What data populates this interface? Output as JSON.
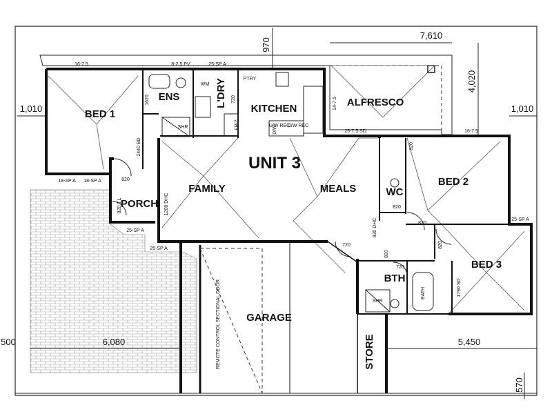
{
  "plan": {
    "unit_title": "UNIT 3",
    "rooms": {
      "bed1": "BED 1",
      "ens": "ENS",
      "lory": "L'DRY",
      "kitchen": "KITCHEN",
      "alfresco": "ALFRESCO",
      "family": "FAMILY",
      "meals": "MEALS",
      "porch": "PORCH",
      "wc": "WC",
      "bed2": "BED 2",
      "bed3": "BED 3",
      "bth": "BTH",
      "garage": "GARAGE",
      "store": "STORE"
    },
    "dimensions": {
      "d970": "970",
      "d7610": "7,610",
      "d4020": "4,020",
      "d1010_left": "1,010",
      "d1010_right": "1,010",
      "d6080": "6,080",
      "d5450": "5,450",
      "d500": "500",
      "d570": "570"
    },
    "annotations": {
      "w16_75_top": "16-7.5",
      "w8_25_pv": "8-2.5 PV",
      "w25_sp_top": "25-SP A",
      "w16_75_right": "16-7.5",
      "w25_75_sd": "25-7.5 SD",
      "w18_sp_a1": "18-SP A",
      "w18_sp_a2": "18-SP A",
      "w25_sp_porch": "25-SP A",
      "w25_sp_garage": "25-SP A",
      "w25_sp_bed3": "25-SP A",
      "d820_bed1": "820",
      "d2440_bd": "2440 BD",
      "d820_porch": "820 T.L",
      "d1200_dhc": "1200 DHC",
      "d820_wc_top": "820",
      "d820_wc_bot": "820",
      "d820_bed2": "820",
      "d820_bed3": "820",
      "d930_dhc": "930 DHC",
      "d720_a": "720",
      "d720_b": "720",
      "d820_bth": "820",
      "d1790_sd": "1790 SD",
      "d14_75": "14-7.5",
      "shr_ens": "SHR",
      "shr_bth": "SHR",
      "bath": "BATH",
      "wm": "WM",
      "ptry": "PTRY",
      "frz": "FR/Z",
      "dw": "D/W",
      "uw_rec": "U/W REC",
      "dw_rec": "D/W REC",
      "s720": "720",
      "s1620": "1620",
      "garage_door": "REMOTE CONTROL SECTIONAL DOOR"
    }
  }
}
